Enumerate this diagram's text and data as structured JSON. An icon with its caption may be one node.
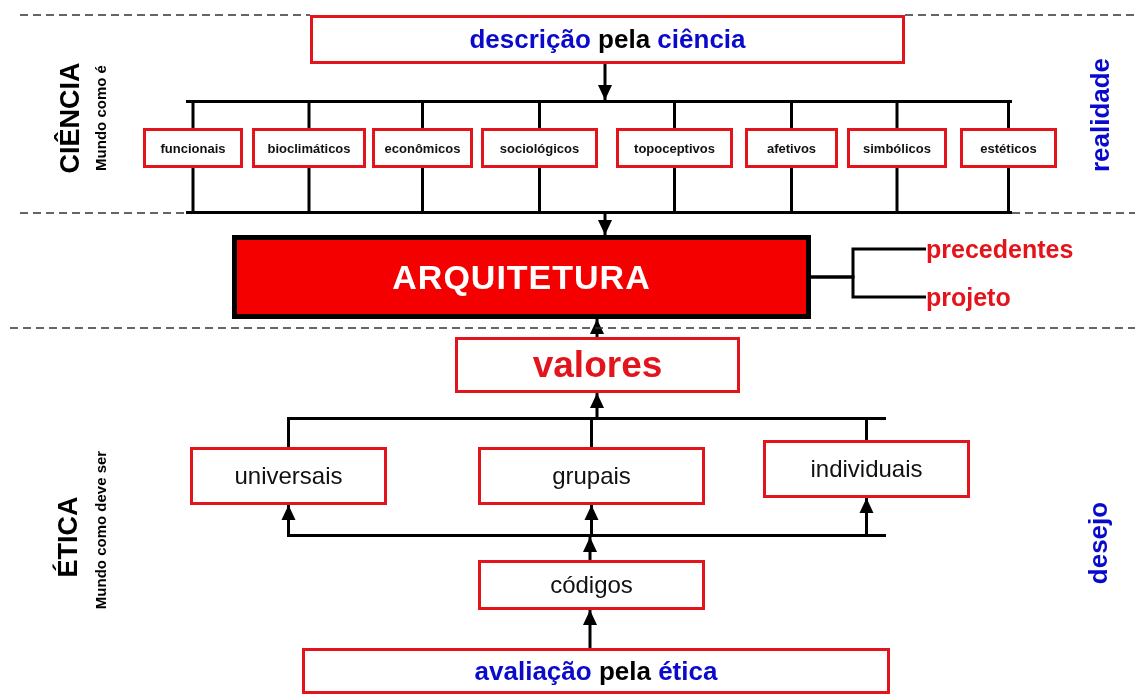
{
  "diagram": {
    "nodes": [
      {
        "text": [
          "**descrição** pela **ciência**"
        ]
      },
      {
        "text": [],
        "shape": "bar"
      },
      {
        "text": [
          "funcionais"
        ]
      },
      {
        "text": [
          "bioclimáticos"
        ]
      },
      {
        "text": [
          "econômicos"
        ]
      },
      {
        "text": [
          "sociológicos"
        ]
      },
      {
        "text": [
          "topoceptivos"
        ]
      },
      {
        "text": [
          "afetivos"
        ]
      },
      {
        "text": [
          "simbólicos"
        ]
      },
      {
        "text": [
          "estéticos"
        ]
      },
      {
        "text": [],
        "shape": "bar"
      },
      {
        "text": [
          "ARQUITETURA"
        ]
      },
      {
        "text": [
          "precedentes"
        ]
      },
      {
        "text": [
          "projeto"
        ]
      },
      {
        "text": [
          "valores"
        ]
      },
      {
        "text": [],
        "shape": "bar"
      },
      {
        "text": [
          "universais"
        ]
      },
      {
        "text": [
          "grupais"
        ]
      },
      {
        "text": [
          "individuais"
        ]
      },
      {
        "text": [],
        "shape": "bar"
      },
      {
        "text": [
          "códigos"
        ]
      },
      {
        "text": [
          "**avaliação** pela **ética**"
        ]
      }
    ],
    "edges": [
      {
        "from": 0,
        "to": 1,
        "arrow": "to"
      },
      {
        "from": 1,
        "to": 2,
        "arrow": "none"
      },
      {
        "from": 1,
        "to": 3,
        "arrow": "none"
      },
      {
        "from": 1,
        "to": 4,
        "arrow": "none"
      },
      {
        "from": 1,
        "to": 5,
        "arrow": "none"
      },
      {
        "from": 1,
        "to": 6,
        "arrow": "none"
      },
      {
        "from": 1,
        "to": 7,
        "arrow": "none"
      },
      {
        "from": 1,
        "to": 8,
        "arrow": "none"
      },
      {
        "from": 1,
        "to": 9,
        "arrow": "none"
      },
      {
        "from": 2,
        "to": 10,
        "arrow": "none"
      },
      {
        "from": 3,
        "to": 10,
        "arrow": "none"
      },
      {
        "from": 4,
        "to": 10,
        "arrow": "none"
      },
      {
        "from": 5,
        "to": 10,
        "arrow": "none"
      },
      {
        "from": 6,
        "to": 10,
        "arrow": "none"
      },
      {
        "from": 7,
        "to": 10,
        "arrow": "none"
      },
      {
        "from": 8,
        "to": 10,
        "arrow": "none"
      },
      {
        "from": 9,
        "to": 10,
        "arrow": "none"
      },
      {
        "from": 10,
        "to": 11,
        "arrow": "to"
      },
      {
        "from": 11,
        "to": 12,
        "arrow": "none"
      },
      {
        "from": 11,
        "to": 13,
        "arrow": "none"
      },
      {
        "from": 14,
        "to": 11,
        "arrow": "to"
      },
      {
        "from": 16,
        "to": 15,
        "arrow": "none"
      },
      {
        "from": 17,
        "to": 15,
        "arrow": "none"
      },
      {
        "from": 18,
        "to": 15,
        "arrow": "none"
      },
      {
        "from": 15,
        "to": 14,
        "arrow": "to"
      },
      {
        "from": 20,
        "to": 19,
        "arrow": "to"
      },
      {
        "from": 19,
        "to": 16,
        "arrow": "to"
      },
      {
        "from": 19,
        "to": 17,
        "arrow": "to"
      },
      {
        "from": 19,
        "to": 18,
        "arrow": "to"
      },
      {
        "from": 21,
        "to": 20,
        "arrow": "to"
      }
    ],
    "labels": [
      "CIÊNCIA",
      "Mundo como é",
      "realidade",
      "ÉTICA",
      "Mundo como deve ser",
      "desejo"
    ]
  }
}
